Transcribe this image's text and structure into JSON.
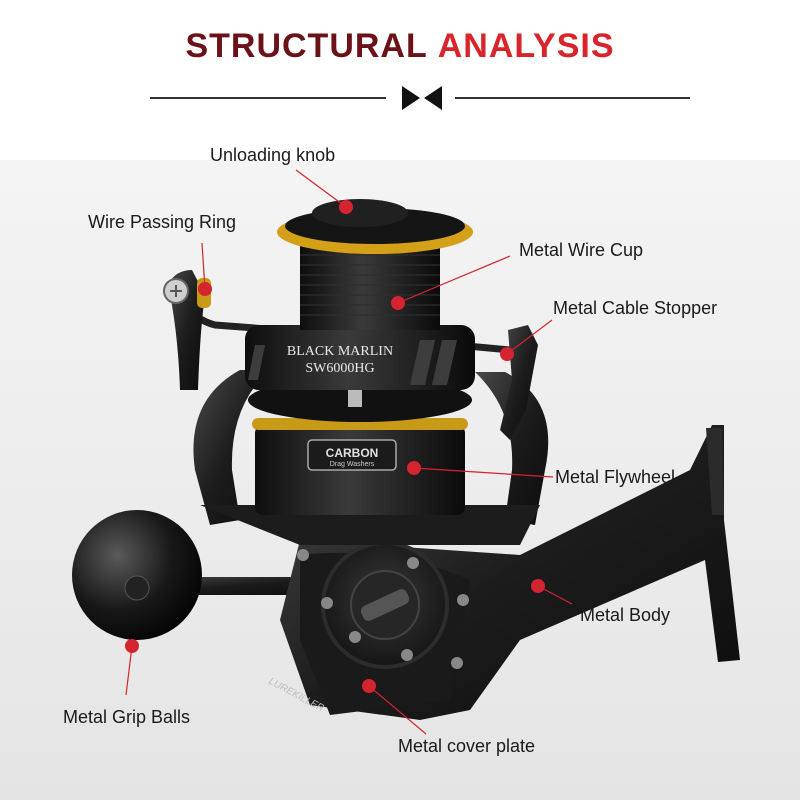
{
  "title": {
    "part1": "STRUCTURAL",
    "part2": "ANALYSIS"
  },
  "colors": {
    "title_dark": "#6b1218",
    "title_red": "#d8242b",
    "marker": "#d32430",
    "gold": "#d4a017"
  },
  "reel_text": {
    "brand": "BLACK MARLIN",
    "model": "SW6000HG",
    "badge_top": "CARBON",
    "badge_bottom": "Drag Washers",
    "side_logo": "LUREKILLER"
  },
  "labels": {
    "unloading_knob": "Unloading knob",
    "wire_passing_ring": "Wire Passing Ring",
    "metal_wire_cup": "Metal Wire Cup",
    "metal_cable_stopper": "Metal Cable Stopper",
    "metal_flywheel": "Metal Flywheel",
    "metal_body": "Metal Body",
    "metal_grip_balls": "Metal Grip Balls",
    "metal_cover_plate": "Metal cover plate"
  },
  "icons": {
    "divider": "bowtie-icon"
  }
}
